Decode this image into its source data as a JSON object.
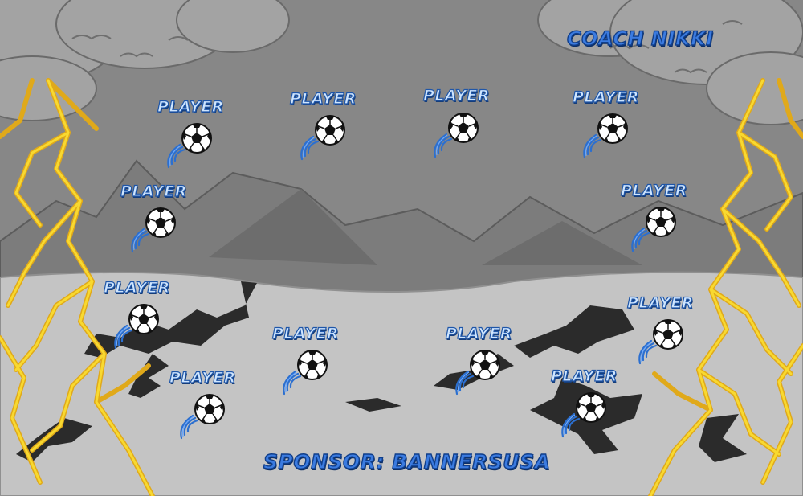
{
  "banner": {
    "coach": "COACH NIKKI",
    "sponsor": "SPONSOR: BANNERSUSA",
    "players": [
      "PLAYER",
      "PLAYER",
      "PLAYER",
      "PLAYER",
      "PLAYER",
      "PLAYER",
      "PLAYER",
      "PLAYER",
      "PLAYER",
      "PLAYER",
      "PLAYER",
      "PLAYER"
    ]
  },
  "colors": {
    "sky": "#8a8a8a",
    "storm_cloud": "#9c9c9c",
    "mountain": "#7d7d7d",
    "ground": "#c2c2c2",
    "crack": "#2a2a2a",
    "lightning": "#f5cf1e",
    "label_fill": "#cfe6ff",
    "label_outline": "#1f56a8"
  },
  "icons": [
    "soccer-ball-icon",
    "lightning-bolt-icon",
    "storm-cloud-icon",
    "ground-crack-icon"
  ]
}
